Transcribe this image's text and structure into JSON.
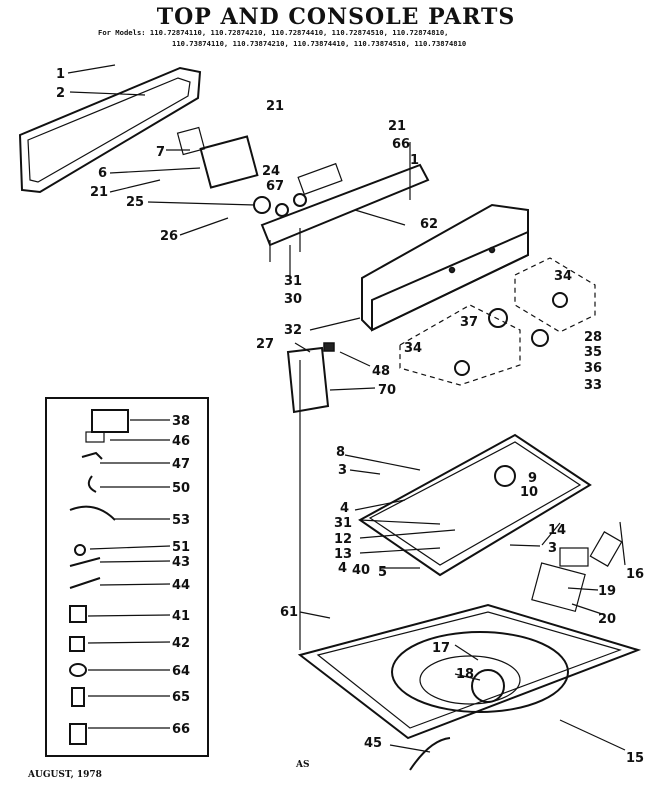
{
  "title": "TOP AND CONSOLE PARTS",
  "models_line1": "For Models: 110.72874110, 110.72874210, 110.72874410, 110.72874510, 110.72874810,",
  "models_line2": "110.73874110, 110.73874210, 110.73874410, 110.73874510, 110.73874810",
  "footer_date": "AUGUST, 1978",
  "footer_code": "AS",
  "callouts": {
    "c1": "1",
    "c2": "2",
    "c7": "7",
    "c6": "6",
    "c21a": "21",
    "c25": "25",
    "c26": "26",
    "c21b": "21",
    "c24": "24",
    "c67": "67",
    "c21c": "21",
    "c66": "66",
    "c1b": "1",
    "c62": "62",
    "c31a": "31",
    "c30": "30",
    "c34a": "34",
    "c28": "28",
    "c32": "32",
    "c37": "37",
    "c35": "35",
    "c27": "27",
    "c48": "48",
    "c34b": "34",
    "c36": "36",
    "c33": "33",
    "c70": "70",
    "c38": "38",
    "c46": "46",
    "c47": "47",
    "c50": "50",
    "c53": "53",
    "c51": "51",
    "c43": "43",
    "c44": "44",
    "c41": "41",
    "c42": "42",
    "c64": "64",
    "c65": "65",
    "c66b": "66",
    "c8": "8",
    "c3a": "3",
    "c9": "9",
    "c10": "10",
    "c4a": "4",
    "c31b": "31",
    "c12": "12",
    "c13": "13",
    "c4b": "4",
    "c40": "40",
    "c5": "5",
    "c14": "14",
    "c3b": "3",
    "c16": "16",
    "c19": "19",
    "c61": "61",
    "c20": "20",
    "c17": "17",
    "c18": "18",
    "c45": "45",
    "c15": "15"
  }
}
